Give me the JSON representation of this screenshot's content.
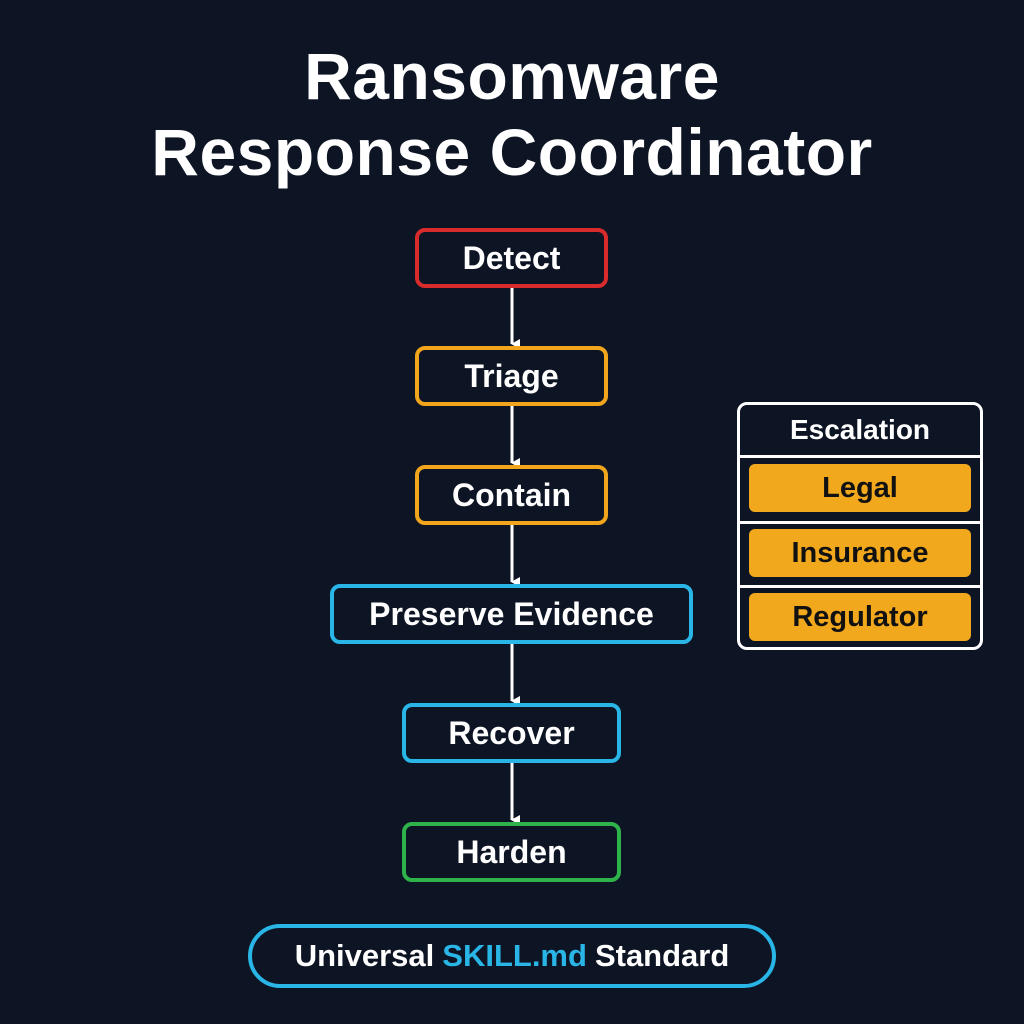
{
  "title": {
    "line1": "Ransomware",
    "line2": "Response Coordinator"
  },
  "steps": [
    {
      "label": "Detect",
      "color": "#d92b2b"
    },
    {
      "label": "Triage",
      "color": "#f0a51d"
    },
    {
      "label": "Contain",
      "color": "#f0a51d"
    },
    {
      "label": "Preserve Evidence",
      "color": "#29b6e6"
    },
    {
      "label": "Recover",
      "color": "#29b6e6"
    },
    {
      "label": "Harden",
      "color": "#2db34a"
    }
  ],
  "escalation": {
    "title": "Escalation",
    "item_color": "#f2a81d",
    "items": [
      {
        "label": "Legal"
      },
      {
        "label": "Insurance"
      },
      {
        "label": "Regulator"
      }
    ]
  },
  "footer": {
    "part1": "Universal",
    "accent": "SKILL.md",
    "part2": "Standard",
    "accent_color": "#29b6e6"
  },
  "colors": {
    "background": "#0d1424",
    "arrow": "#ffffff"
  }
}
